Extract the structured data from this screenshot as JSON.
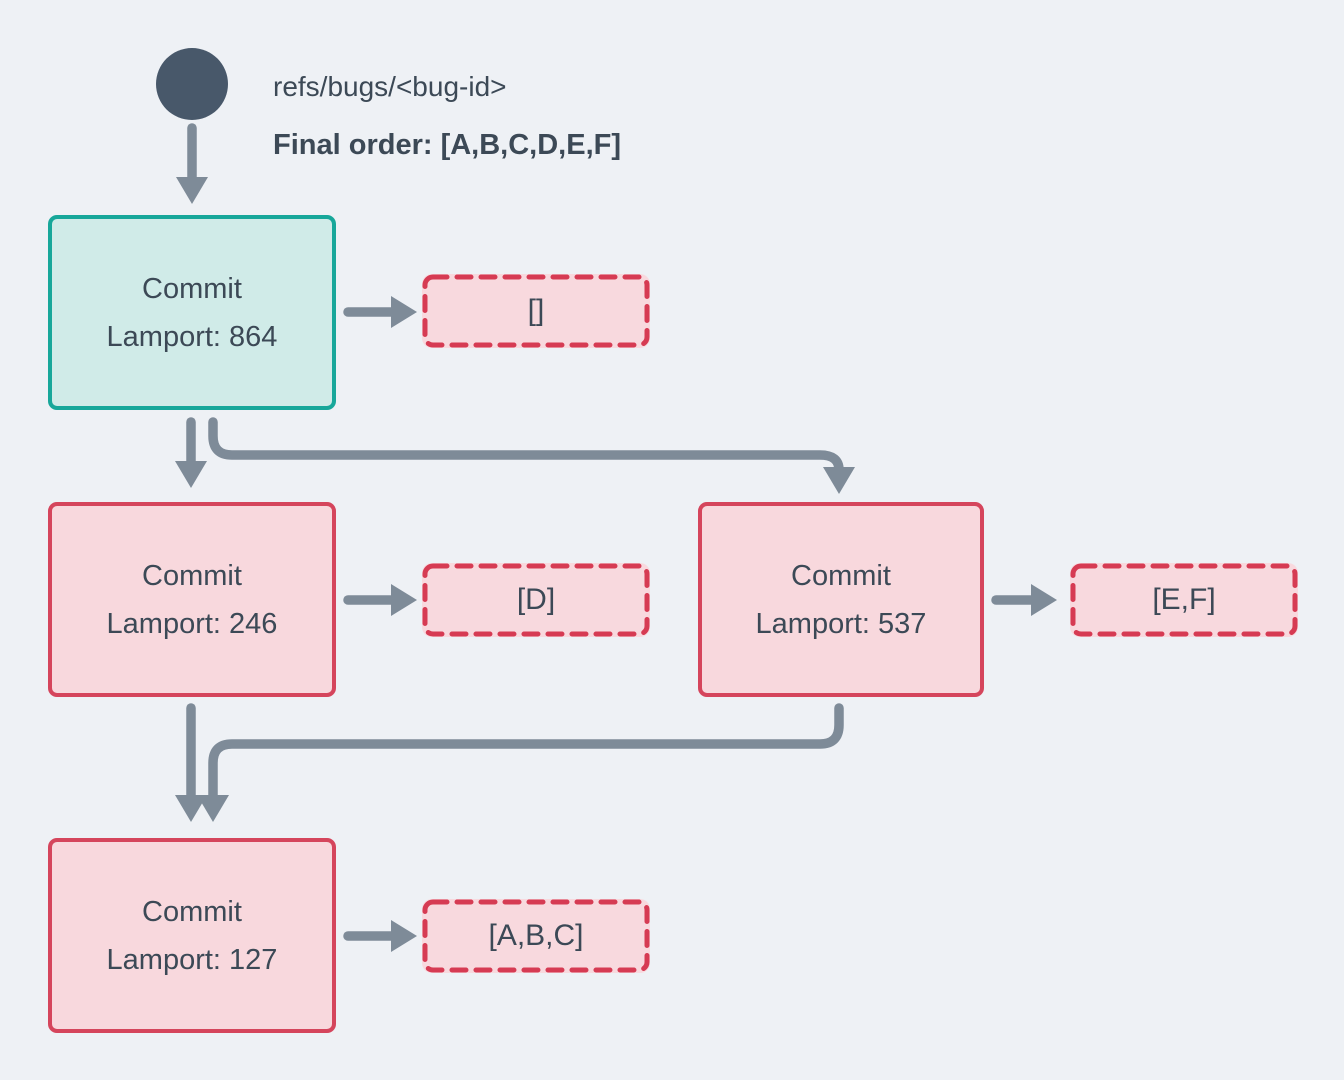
{
  "colors": {
    "background": "#eef1f5",
    "ink": "#3c4956",
    "slate": "#48586a",
    "arrow": "#7e8b98",
    "teal_border": "#17a79a",
    "teal_fill": "#d0ebe8",
    "red_border": "#d5455c",
    "red_fill": "#f8d8dd",
    "dashed_border": "#d63b53",
    "dashed_fill": "#f8d9de"
  },
  "header": {
    "ref_name": "refs/bugs/<bug-id>",
    "final_order": "Final order: [A,B,C,D,E,F]"
  },
  "nodes": [
    {
      "title": "Commit",
      "subtitle": "Lamport: 864",
      "variant": "teal",
      "payload": "[]"
    },
    {
      "title": "Commit",
      "subtitle": "Lamport: 246",
      "variant": "red",
      "payload": "[D]"
    },
    {
      "title": "Commit",
      "subtitle": "Lamport: 537",
      "variant": "red",
      "payload": "[E,F]"
    },
    {
      "title": "Commit",
      "subtitle": "Lamport: 127",
      "variant": "red",
      "payload": "[A,B,C]"
    }
  ]
}
